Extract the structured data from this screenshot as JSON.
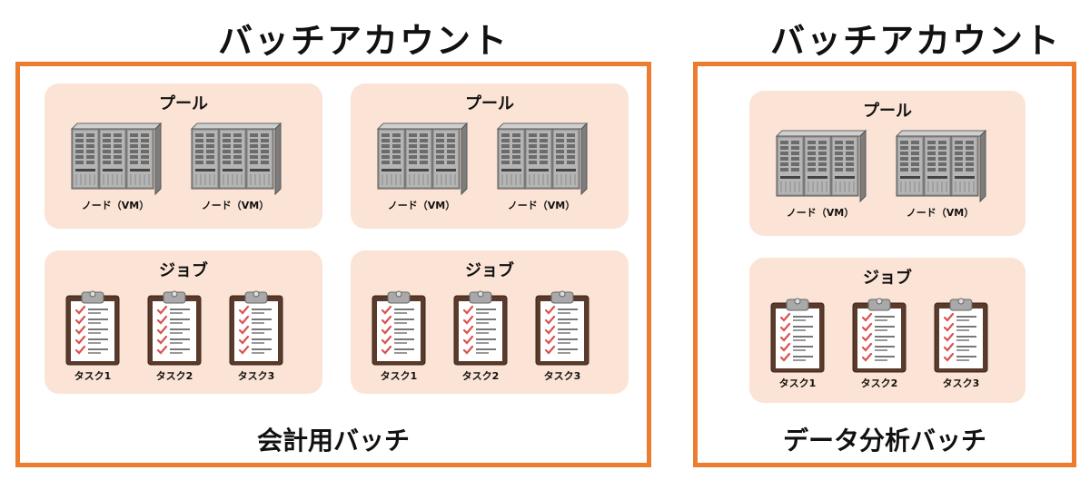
{
  "accounts": [
    {
      "title": "バッチアカウント",
      "batch_name": "会計用バッチ",
      "pools": [
        {
          "pool_title": "プール",
          "nodes": [
            "ノード（VM）",
            "ノード（VM）"
          ],
          "job_title": "ジョブ",
          "tasks": [
            "タスク1",
            "タスク2",
            "タスク3"
          ]
        },
        {
          "pool_title": "プール",
          "nodes": [
            "ノード（VM）",
            "ノード（VM）"
          ],
          "job_title": "ジョブ",
          "tasks": [
            "タスク1",
            "タスク2",
            "タスク3"
          ]
        }
      ]
    },
    {
      "title": "バッチアカウント",
      "batch_name": "データ分析バッチ",
      "pools": [
        {
          "pool_title": "プール",
          "nodes": [
            "ノード（VM）",
            "ノード（VM）"
          ],
          "job_title": "ジョブ",
          "tasks": [
            "タスク1",
            "タスク2",
            "タスク3"
          ]
        }
      ]
    }
  ],
  "colors": {
    "account_border": "#ec7c30",
    "panel_fill": "#fbe4d5",
    "check_mark": "#d9534f"
  },
  "icons": {
    "node": "server-rack-icon",
    "task": "clipboard-checklist-icon"
  }
}
